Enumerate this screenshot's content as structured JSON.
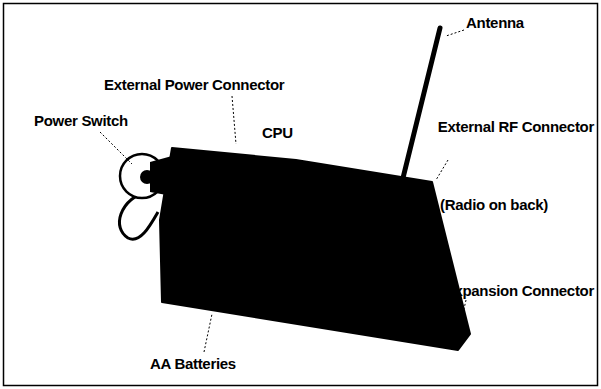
{
  "diagram": {
    "labels": [
      "Antenna",
      "External Power Connector",
      "CPU",
      "Power Switch",
      "External RF Connector",
      "(Radio on back)",
      "Expansion Connector",
      "AA Batteries"
    ]
  }
}
